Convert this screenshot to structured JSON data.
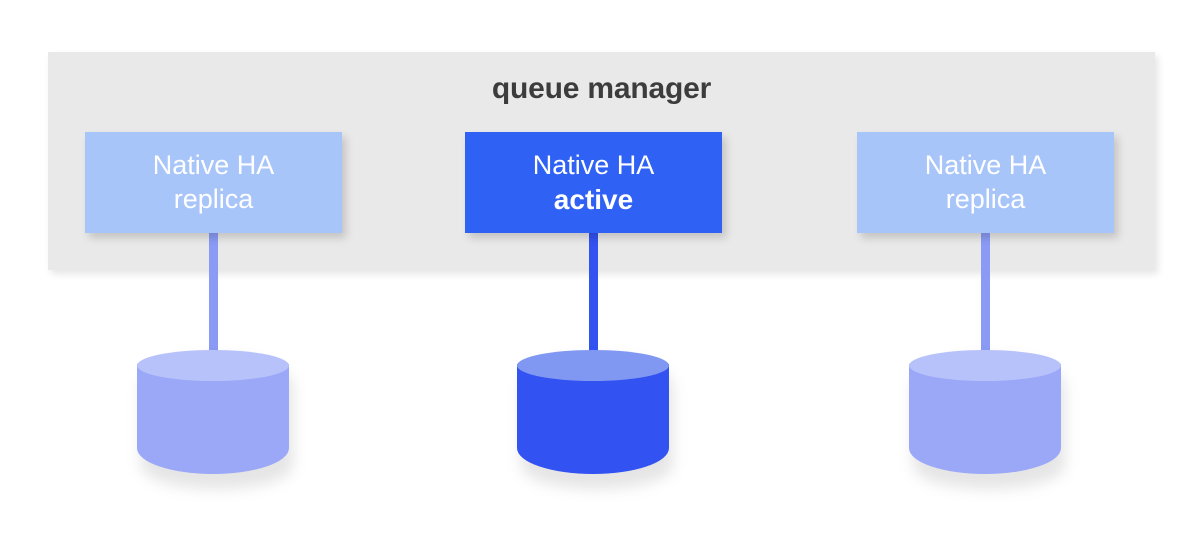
{
  "diagram": {
    "panel": {
      "title": "queue manager",
      "background_color": "#e9e9e9",
      "title_color": "#3c3c3c"
    },
    "colors": {
      "replica_box": "#a8c5f9",
      "active_box": "#2f61f5",
      "replica_stem": "#8b9bf5",
      "active_stem": "#3352f2",
      "replica_cylinder_body": "#9aa8f7",
      "replica_cylinder_top": "#b8c2fa",
      "active_cylinder_body": "#3352f2",
      "active_cylinder_top": "#8198f2",
      "box_text": "#ffffff",
      "page_background": "#ffffff"
    },
    "nodes": [
      {
        "id": "left",
        "line1": "Native HA",
        "line2": "replica",
        "role": "replica",
        "storage_label": "storage-cylinder"
      },
      {
        "id": "center",
        "line1": "Native HA",
        "line2": "active",
        "role": "active",
        "storage_label": "storage-cylinder"
      },
      {
        "id": "right",
        "line1": "Native HA",
        "line2": "replica",
        "role": "replica",
        "storage_label": "storage-cylinder"
      }
    ]
  }
}
